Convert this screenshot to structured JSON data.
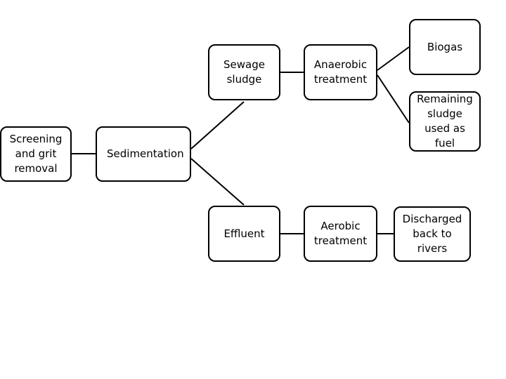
{
  "nodes": {
    "screening": "Screening\nand grit\nremoval",
    "sedimentation": "Sedimentation",
    "sewage_sludge": "Sewage\nsludge",
    "effluent": "Effluent",
    "anaerobic": "Anaerobic\ntreatment",
    "aerobic": "Aerobic\ntreatment",
    "biogas": "Biogas",
    "remaining_sludge": "Remaining\nsludge\nused as\nfuel",
    "discharged": "Discharged\nback to\nrivers"
  },
  "colors": {
    "line": "#000000",
    "box_border": "#000000",
    "background": "#ffffff"
  }
}
